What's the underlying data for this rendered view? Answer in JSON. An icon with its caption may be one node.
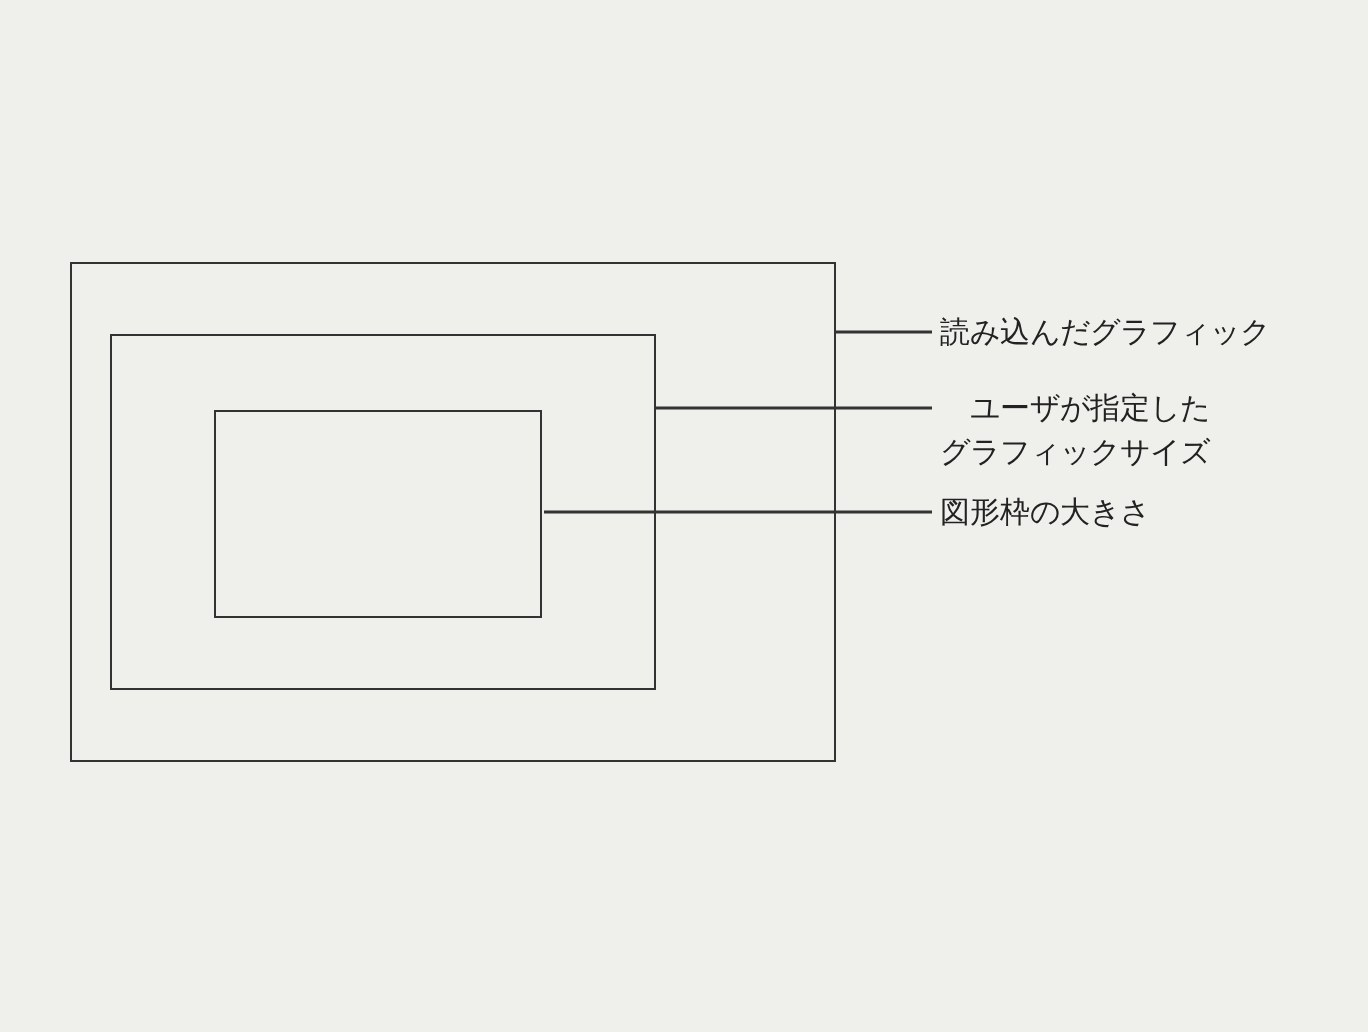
{
  "diagram": {
    "nodes": [
      {
        "text": [],
        "shape": "box"
      },
      {
        "text": [],
        "shape": "box",
        "in": 0
      },
      {
        "text": [],
        "shape": "box",
        "in": 1
      },
      {
        "text": [
          "読み込んだグラフィック"
        ]
      },
      {
        "text": [
          "ユーザが指定したグラフィックサイズ"
        ]
      },
      {
        "text": [
          "図形枠の大きさ"
        ]
      }
    ],
    "edges": [
      {
        "from": 3,
        "to": 0,
        "arrow": "none"
      },
      {
        "from": 4,
        "to": 1,
        "arrow": "none"
      },
      {
        "from": 5,
        "to": 2,
        "arrow": "none"
      }
    ]
  }
}
